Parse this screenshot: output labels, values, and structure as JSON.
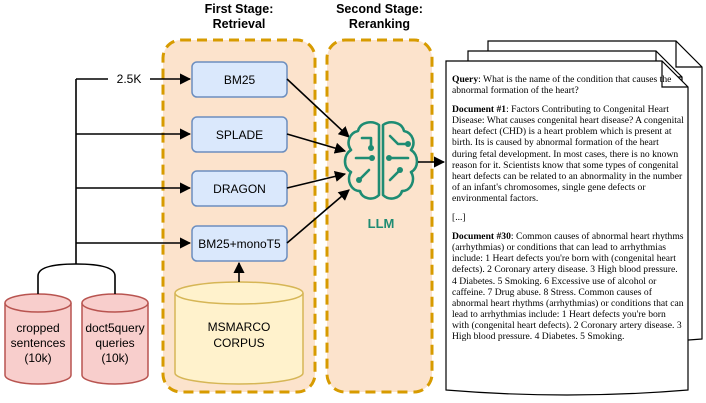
{
  "stages": {
    "first_line1": "First Stage:",
    "first_line2": "Retrieval",
    "second_line1": "Second Stage:",
    "second_line2": "Reranking"
  },
  "retrievers": [
    "BM25",
    "SPLADE",
    "DRAGON",
    "BM25+monoT5"
  ],
  "corpus": {
    "line1": "MSMARCO",
    "line2": "CORPUS"
  },
  "query_sets": [
    {
      "line1": "cropped",
      "line2": "sentences",
      "line3": "(10k)"
    },
    {
      "line1": "doct5query",
      "line2": "queries",
      "line3": "(10k)"
    }
  ],
  "edge_label": "2.5K",
  "llm_label": "LLM",
  "document": {
    "query_label": "Query",
    "query_text": ": What is the name of the condition that causes the abnormal formation of the heart?",
    "doc1_label": "Document #1",
    "doc1_text": ": Factors Contributing to Congenital Heart Disease: What causes congenital heart disease? A congenital heart defect (CHD) is a heart problem which is present at birth. Its is caused by abnormal formation of the heart during fetal development. In most cases, there is no known reason for it. Scientists know that some types of congenital heart defects can be related to an abnormality in the number of an infant's chromosomes, single gene defects or environmental factors.",
    "ellipsis": "[...]",
    "doc30_label": "Document #30",
    "doc30_text": ": Common causes of abnormal heart rhythms (arrhythmias) or conditions that can lead to arrhythmias include: 1 Heart defects you're born with (congenital heart defects). 2 Coronary artery disease. 3 High blood pressure. 4 Diabetes. 5 Smoking. 6 Excessive use of alcohol or caffeine. 7 Drug abuse. 8 Stress. Common causes of abnormal heart rhythms (arrhythmias) or conditions that can lead to arrhythmias include: 1 Heart defects you're born with (congenital heart defects). 2 Coronary artery disease. 3 High blood pressure. 4 Diabetes. 5 Smoking."
  },
  "colors": {
    "stage_fill": "#FCE3CC",
    "stage_border": "#D79B00",
    "retriever_fill": "#DAE8FC",
    "retriever_border": "#6C8EBF",
    "corpus_fill": "#FFF2CC",
    "corpus_border": "#D6B656",
    "query_fill": "#F8CECC",
    "query_border": "#B85450",
    "llm_color": "#1E8C73"
  }
}
